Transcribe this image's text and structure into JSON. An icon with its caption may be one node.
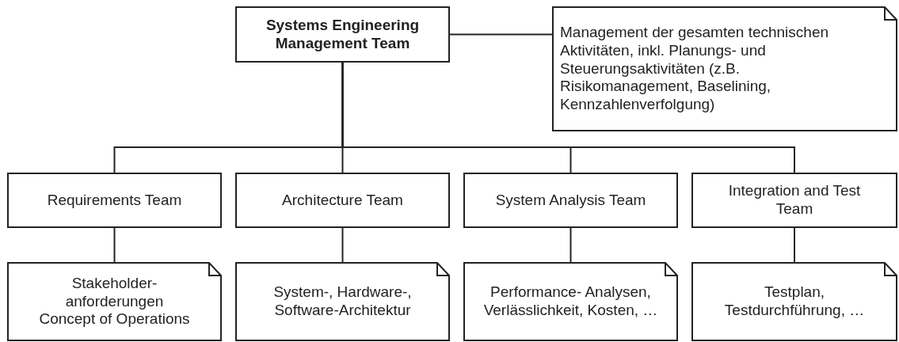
{
  "diagram": {
    "nodes": [
      {
        "text": [
          "Systems Engineering Management Team"
        ]
      },
      {
        "text": [
          "Management der gesamten technischen Aktivitäten, inkl. Planungs- und Steuerungsaktivitäten (z.B. Risikomanagement, Baselining, Kennzahlenverfolgung)"
        ]
      },
      {
        "text": [
          "Requirements Team"
        ]
      },
      {
        "text": [
          "Architecture Team"
        ]
      },
      {
        "text": [
          "System Analysis Team"
        ]
      },
      {
        "text": [
          "Integration and Test Team"
        ]
      },
      {
        "text": [
          "Stakeholder- anforderungen Concept of Operations"
        ]
      },
      {
        "text": [
          "System-, Hardware-, Software-Architektur"
        ]
      },
      {
        "text": [
          "Performance- Analysen, Verlässlichkeit, Kosten, …"
        ]
      },
      {
        "text": [
          "Testplan, Testdurchführung,  …"
        ]
      }
    ],
    "edges": [
      {
        "from": 0,
        "to": 1,
        "arrow": "none"
      },
      {
        "from": 0,
        "to": 2,
        "arrow": "none"
      },
      {
        "from": 0,
        "to": 3,
        "arrow": "none"
      },
      {
        "from": 0,
        "to": 4,
        "arrow": "none"
      },
      {
        "from": 0,
        "to": 5,
        "arrow": "none"
      },
      {
        "from": 2,
        "to": 6,
        "arrow": "none"
      },
      {
        "from": 3,
        "to": 7,
        "arrow": "none"
      },
      {
        "from": 4,
        "to": 8,
        "arrow": "none"
      },
      {
        "from": 5,
        "to": 9,
        "arrow": "none"
      }
    ]
  }
}
